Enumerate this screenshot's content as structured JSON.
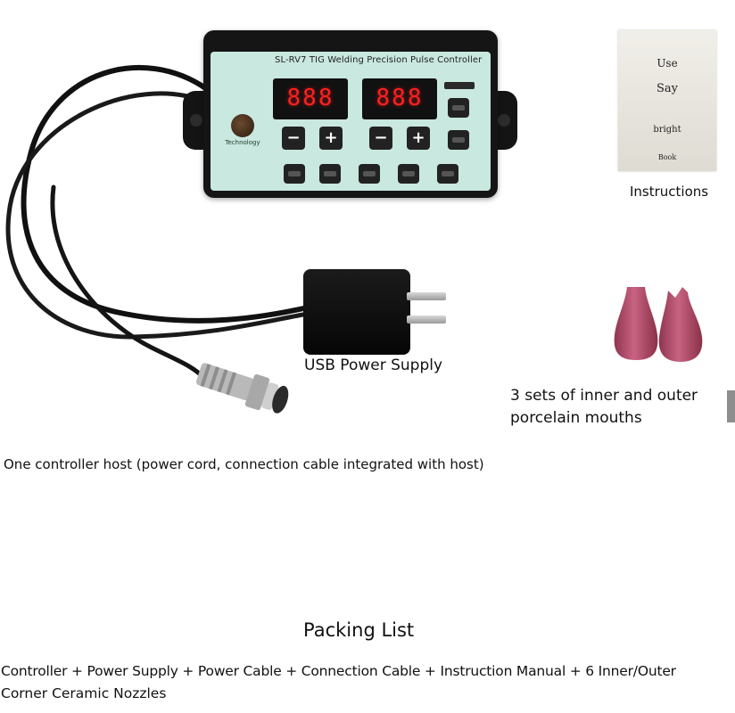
{
  "controller": {
    "model_text": "SL-RV7 TIG Welding Precision Pulse Controller",
    "display_left": "888",
    "display_right": "888",
    "logo_text": "Technology",
    "minus": "−",
    "plus": "+"
  },
  "booklet": {
    "lines": [
      "Use",
      "Say",
      "bright",
      "Book"
    ]
  },
  "labels": {
    "instructions": "Instructions",
    "usb_power_supply": "USB Power Supply",
    "nozzles_line1": "3 sets of inner and outer",
    "nozzles_line2": "porcelain mouths",
    "controller_host": "One controller host (power cord, connection cable integrated with host)",
    "packing_title": "Packing List",
    "packing_line1": "Controller + Power Supply + Power Cable + Connection Cable + Instruction Manual + 6 Inner/Outer",
    "packing_line2": "Corner Ceramic Nozzles"
  },
  "colors": {
    "panel": "#c9e8df",
    "display": "#ff2020",
    "nozzle": "#b8506b"
  }
}
